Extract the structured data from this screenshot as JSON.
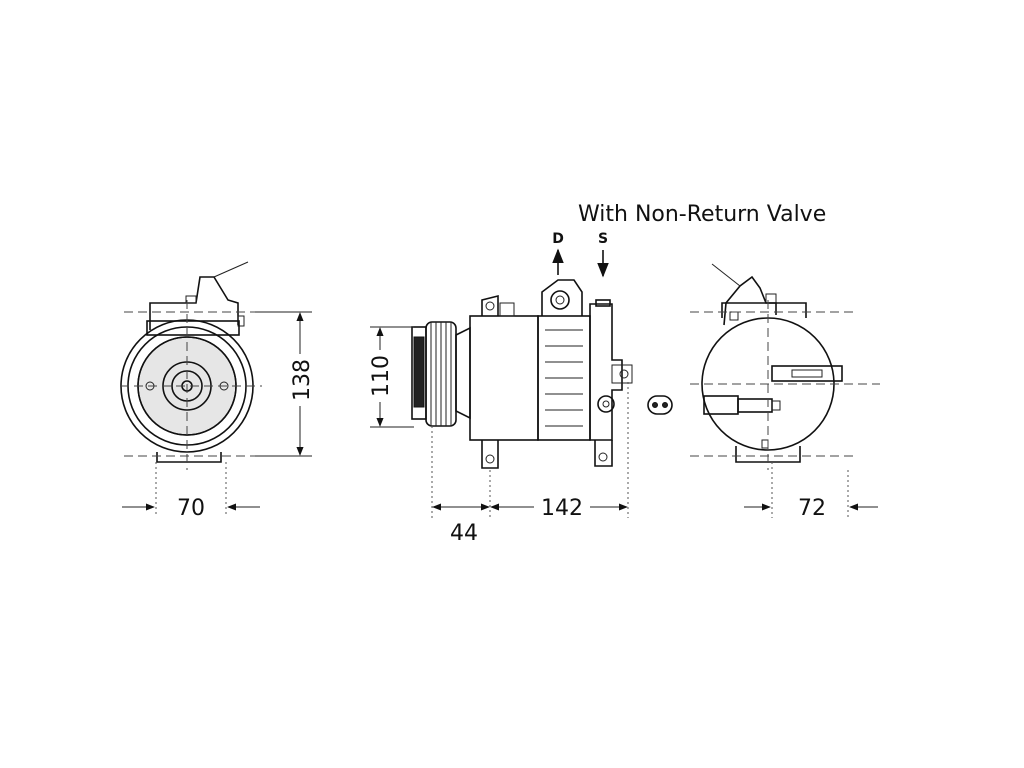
{
  "note": "With Non-Return Valve",
  "ports": {
    "discharge": "D",
    "suction": "S"
  },
  "dimensions": {
    "front_height": "138",
    "front_width": "70",
    "side_height": "110",
    "side_offset": "44",
    "side_length": "142",
    "rear_width": "72"
  }
}
